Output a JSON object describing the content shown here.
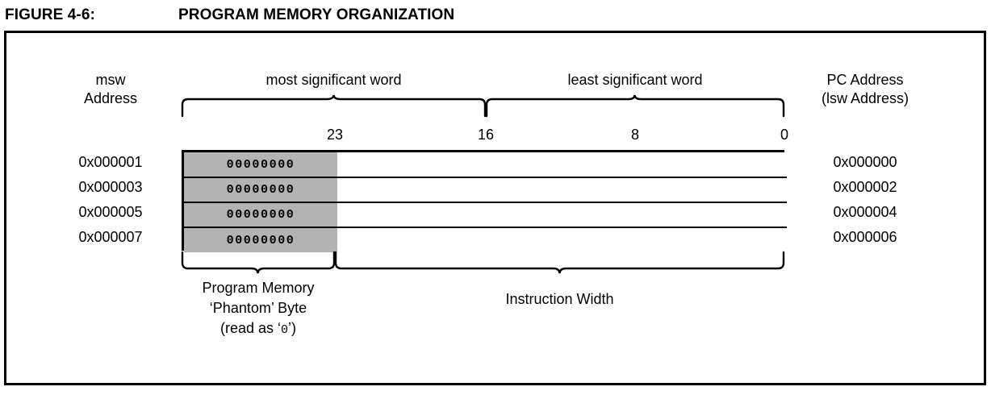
{
  "figure": {
    "label": "FIGURE 4-6:",
    "title": "PROGRAM MEMORY ORGANIZATION"
  },
  "headers": {
    "msw_address": "msw\nAddress",
    "msw_address_line1": "msw",
    "msw_address_line2": "Address",
    "pc_address_line1": "PC Address",
    "pc_address_line2": "(lsw Address)",
    "most_significant_word": "most significant word",
    "least_significant_word": "least significant word"
  },
  "bit_labels": [
    "23",
    "16",
    "8",
    "0"
  ],
  "table": {
    "rows": [
      {
        "msw_address": "0x000001",
        "phantom_byte": "00000000",
        "pc_address": "0x000000"
      },
      {
        "msw_address": "0x000003",
        "phantom_byte": "00000000",
        "pc_address": "0x000002"
      },
      {
        "msw_address": "0x000005",
        "phantom_byte": "00000000",
        "pc_address": "0x000004"
      },
      {
        "msw_address": "0x000007",
        "phantom_byte": "00000000",
        "pc_address": "0x000006"
      }
    ]
  },
  "captions": {
    "phantom_line1": "Program Memory",
    "phantom_line2": "‘Phantom’ Byte",
    "phantom_line3_prefix": "(read as ‘",
    "phantom_line3_value": "0",
    "phantom_line3_suffix": "’)",
    "instruction_width": "Instruction Width"
  },
  "colors": {
    "phantom_fill": "#b3b3b3",
    "line": "#000000",
    "background": "#ffffff"
  }
}
